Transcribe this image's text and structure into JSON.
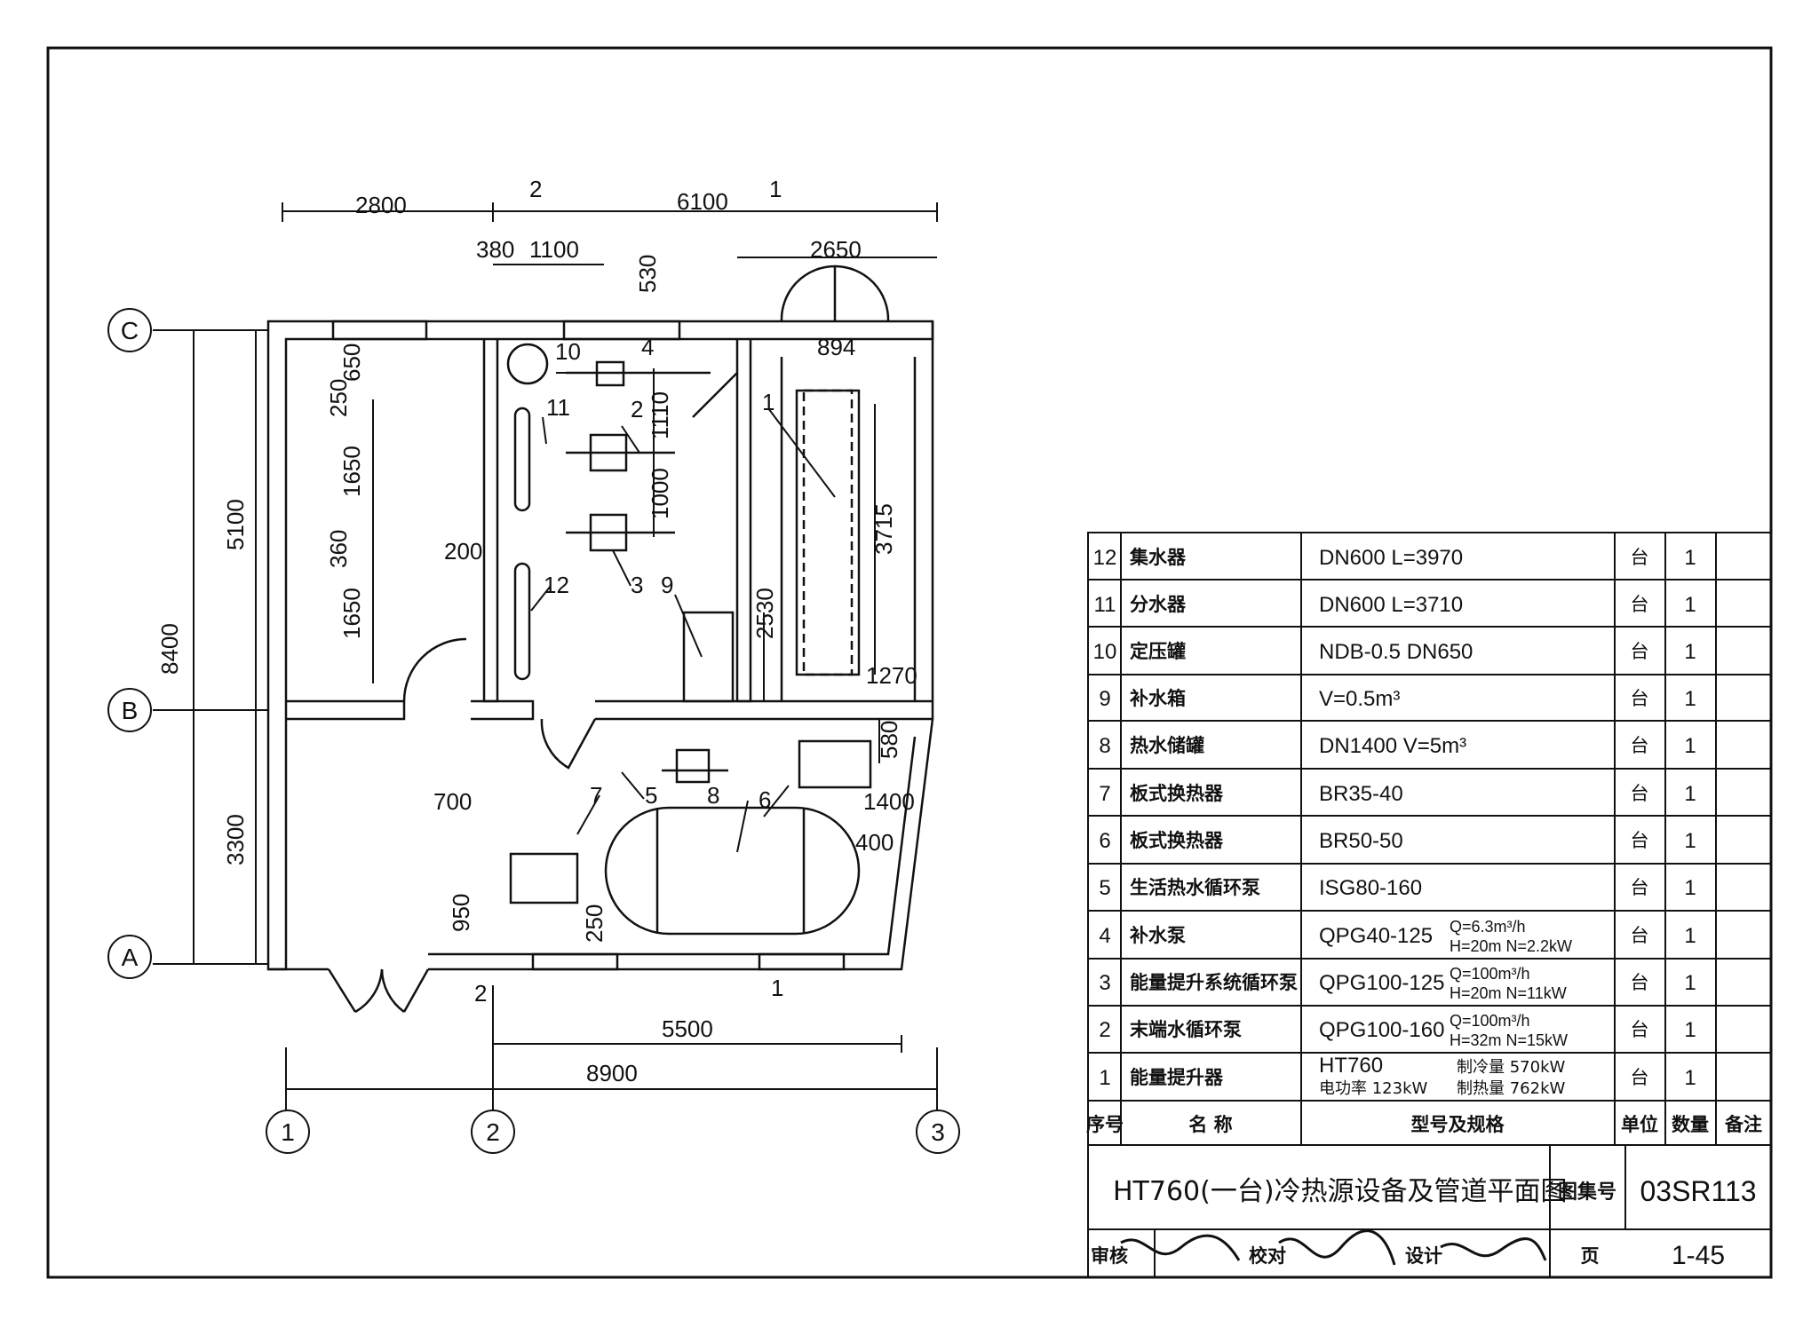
{
  "plan": {
    "dims_top": [
      "2800",
      "6100",
      "380",
      "1100",
      "2650"
    ],
    "section_top": [
      "2",
      "1"
    ],
    "section_bottom": [
      "2",
      "1"
    ],
    "dims_inner": [
      "530",
      "894",
      "650",
      "250",
      "1110",
      "1650",
      "1000",
      "3715",
      "360",
      "200",
      "2530",
      "1650",
      "1270",
      "580",
      "700",
      "1400",
      "400",
      "950",
      "250"
    ],
    "dims_left": [
      "5100",
      "8400",
      "3300"
    ],
    "dims_bottom": [
      "5500",
      "8900"
    ],
    "axes_rows": [
      "C",
      "B",
      "A"
    ],
    "axes_cols": [
      "1",
      "2",
      "3"
    ],
    "tags": [
      "1",
      "2",
      "3",
      "4",
      "5",
      "6",
      "7",
      "8",
      "9",
      "10",
      "11",
      "12"
    ]
  },
  "table": {
    "rows": [
      {
        "no": "12",
        "name": "集水器",
        "spec": "DN600 L=3970",
        "spec2": "",
        "unit": "台",
        "qty": "1"
      },
      {
        "no": "11",
        "name": "分水器",
        "spec": "DN600 L=3710",
        "spec2": "",
        "unit": "台",
        "qty": "1"
      },
      {
        "no": "10",
        "name": "定压罐",
        "spec": "NDB-0.5 DN650",
        "spec2": "",
        "unit": "台",
        "qty": "1"
      },
      {
        "no": "9",
        "name": "补水箱",
        "spec": "V=0.5m³",
        "spec2": "",
        "unit": "台",
        "qty": "1"
      },
      {
        "no": "8",
        "name": "热水储罐",
        "spec": "DN1400 V=5m³",
        "spec2": "",
        "unit": "台",
        "qty": "1"
      },
      {
        "no": "7",
        "name": "板式换热器",
        "spec": "BR35-40",
        "spec2": "",
        "unit": "台",
        "qty": "1"
      },
      {
        "no": "6",
        "name": "板式换热器",
        "spec": "BR50-50",
        "spec2": "",
        "unit": "台",
        "qty": "1"
      },
      {
        "no": "5",
        "name": "生活热水循环泵",
        "spec": "ISG80-160",
        "spec2": "",
        "unit": "台",
        "qty": "1"
      },
      {
        "no": "4",
        "name": "补水泵",
        "spec": "QPG40-125",
        "spec2a": "Q=6.3m³/h",
        "spec2b": "H=20m     N=2.2kW",
        "unit": "台",
        "qty": "1"
      },
      {
        "no": "3",
        "name": "能量提升系统循环泵",
        "spec": "QPG100-125",
        "spec2a": "Q=100m³/h",
        "spec2b": "H=20m     N=11kW",
        "unit": "台",
        "qty": "1"
      },
      {
        "no": "2",
        "name": "末端水循环泵",
        "spec": "QPG100-160",
        "spec2a": "Q=100m³/h",
        "spec2b": "H=32m     N=15kW",
        "unit": "台",
        "qty": "1"
      },
      {
        "no": "1",
        "name": "能量提升器",
        "spec": "HT760",
        "spec1b": "电功率 123kW",
        "spec2a": "制冷量 570kW",
        "spec2b": "制热量 762kW",
        "unit": "台",
        "qty": "1"
      }
    ],
    "header": {
      "no": "序号",
      "name": "名  称",
      "spec": "型号及规格",
      "unit": "单位",
      "qty": "数量",
      "remark": "备注"
    }
  },
  "title_block": {
    "title": "HT760(一台)冷热源设备及管道平面图",
    "atlas_label": "图集号",
    "atlas_no": "03SR113",
    "review_label": "审核",
    "check_label": "校对",
    "design_label": "设计",
    "page_label": "页",
    "page_no": "1-45"
  }
}
